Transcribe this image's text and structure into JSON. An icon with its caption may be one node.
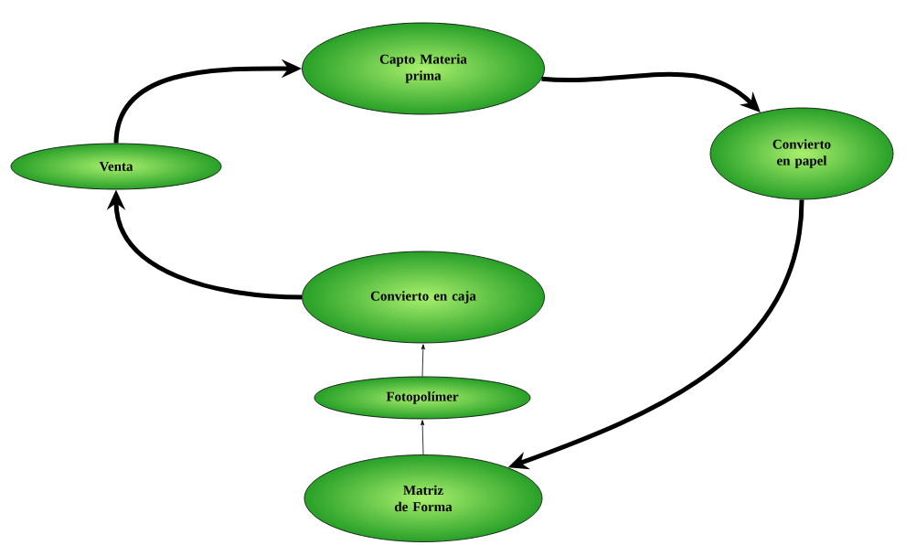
{
  "diagram": {
    "nodes": [
      {
        "text": [
          "Capto Materia prima"
        ]
      },
      {
        "text": [
          "Convierto en papel"
        ]
      },
      {
        "text": [
          "Matriz de Forma"
        ]
      },
      {
        "text": [
          "Fotopolímer"
        ]
      },
      {
        "text": [
          "Convierto en caja"
        ]
      },
      {
        "text": [
          "Venta"
        ]
      }
    ],
    "edges": [
      {
        "from": 0,
        "to": 1,
        "arrow": "to"
      },
      {
        "from": 1,
        "to": 2,
        "arrow": "to"
      },
      {
        "from": 2,
        "to": 3,
        "arrow": "to"
      },
      {
        "from": 3,
        "to": 4,
        "arrow": "to"
      },
      {
        "from": 4,
        "to": 5,
        "arrow": "to"
      },
      {
        "from": 5,
        "to": 0,
        "arrow": "to"
      }
    ]
  }
}
